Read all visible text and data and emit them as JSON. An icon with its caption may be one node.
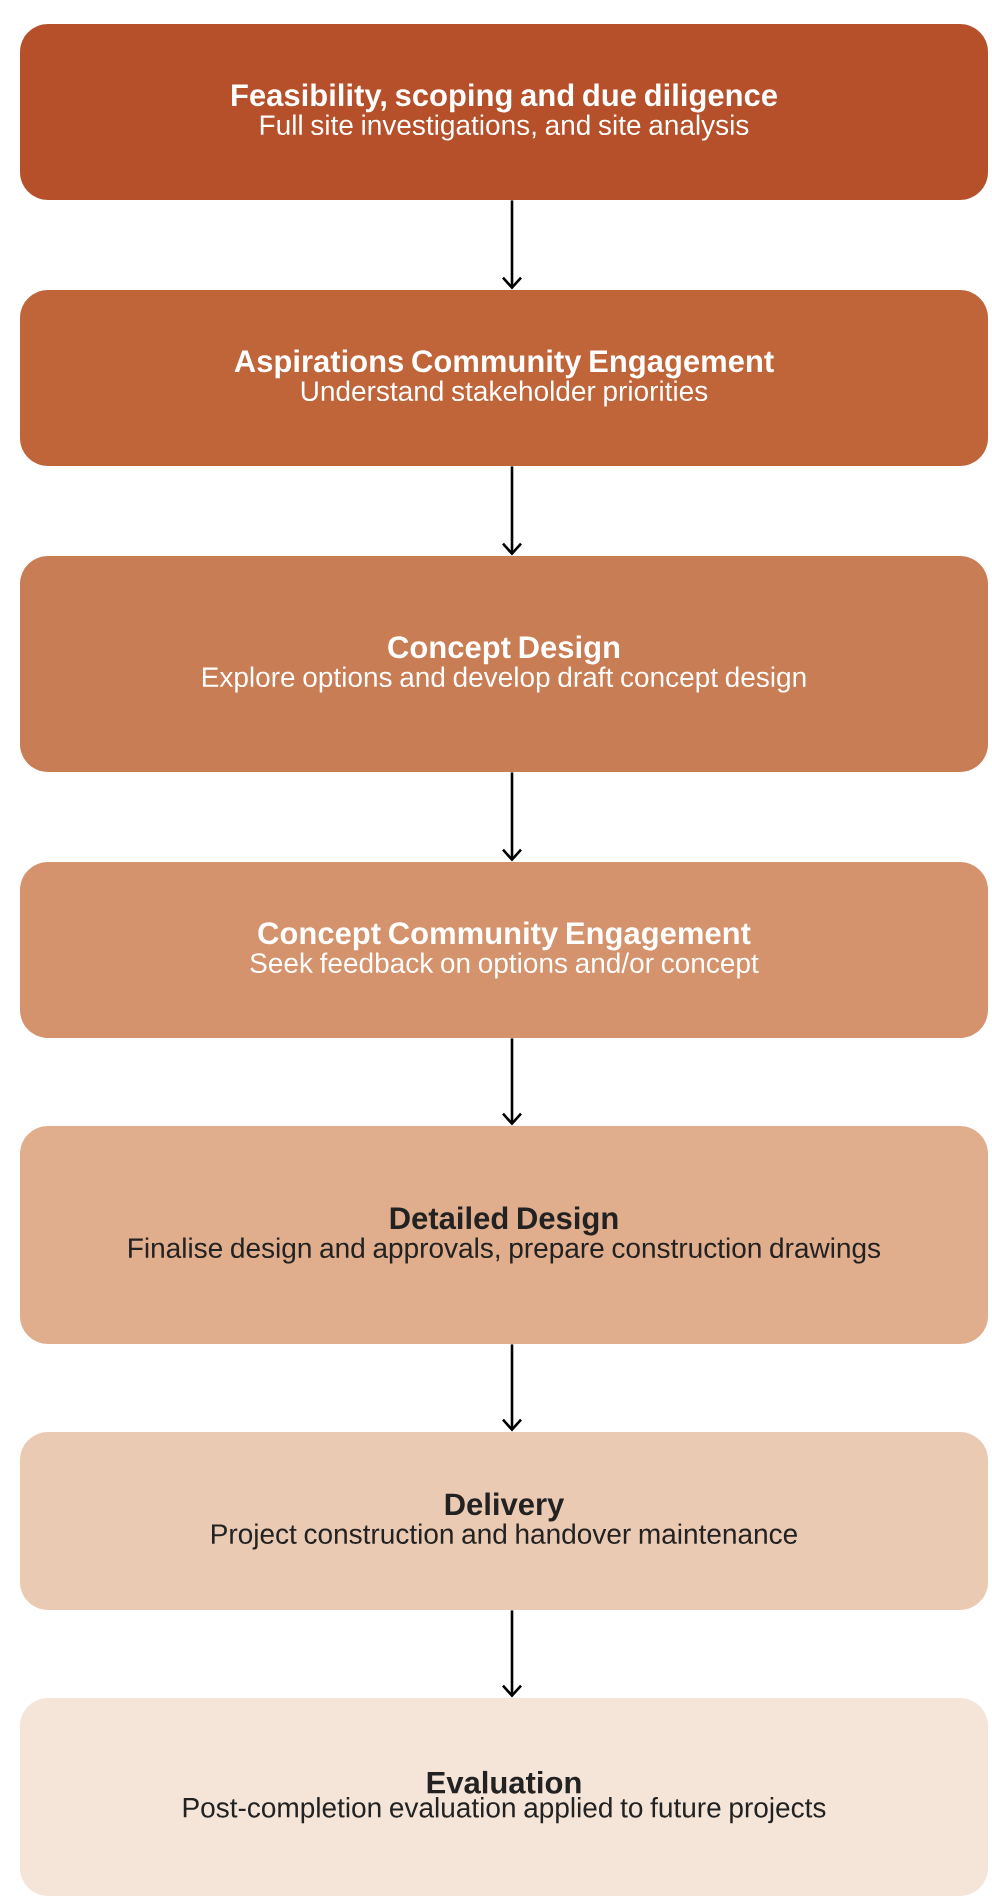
{
  "diagram": {
    "nodes": [
      {
        "text": [
          "Feasibility, scoping and due diligence",
          "Full site investigations, and site analysis"
        ]
      },
      {
        "text": [
          "Aspirations Community Engagement",
          "Understand stakeholder priorities"
        ]
      },
      {
        "text": [
          "Concept Design",
          "Explore options and develop draft concept design"
        ]
      },
      {
        "text": [
          "Concept Community Engagement",
          "Seek feedback on options and/or concept"
        ]
      },
      {
        "text": [
          "Detailed Design",
          "Finalise design and approvals, prepare construction drawings"
        ]
      },
      {
        "text": [
          "Delivery",
          "Project construction and handover maintenance"
        ]
      },
      {
        "text": [
          "Evaluation",
          "Post-completion evaluation applied to future projects"
        ]
      }
    ],
    "edges": [
      {
        "from": 0,
        "to": 1,
        "arrow": "to"
      },
      {
        "from": 1,
        "to": 2,
        "arrow": "to"
      },
      {
        "from": 2,
        "to": 3,
        "arrow": "to"
      },
      {
        "from": 3,
        "to": 4,
        "arrow": "to"
      },
      {
        "from": 4,
        "to": 5,
        "arrow": "to"
      },
      {
        "from": 5,
        "to": 6,
        "arrow": "to"
      }
    ]
  }
}
